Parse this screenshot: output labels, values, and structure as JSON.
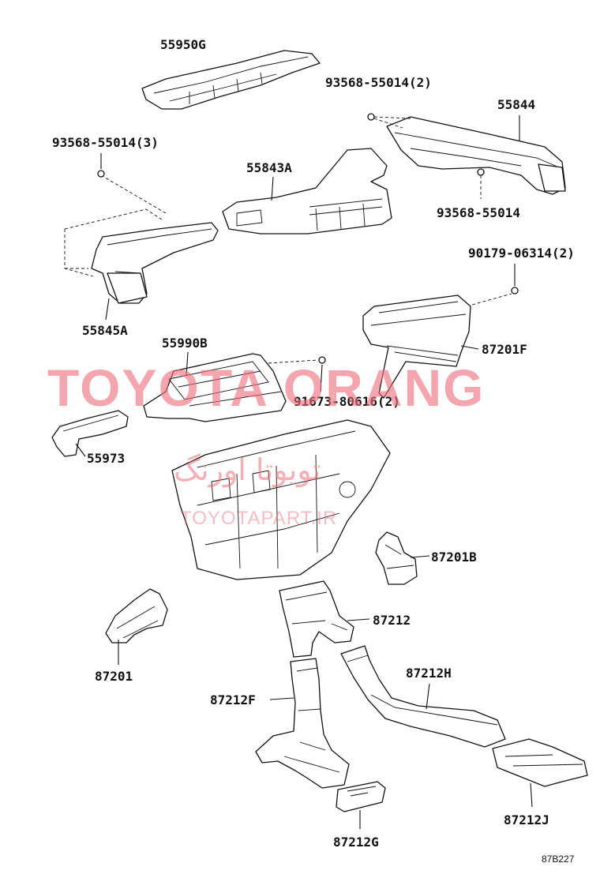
{
  "diagram": {
    "figure_code": "87B227",
    "labels": {
      "p55950G": "55950G",
      "p93568_55014_2": "93568-55014(2)",
      "p55844": "55844",
      "p93568_55014_3": "93568-55014(3)",
      "p55843A": "55843A",
      "p93568_55014": "93568-55014",
      "p90179_06314_2": "90179-06314(2)",
      "p55845A": "55845A",
      "p55990B": "55990B",
      "p87201F": "87201F",
      "p91673_80616_2": "91673-80616(2)",
      "p55973": "55973",
      "p87201B": "87201B",
      "p87212": "87212",
      "p87201": "87201",
      "p87212H": "87212H",
      "p87212F": "87212F",
      "p87212J": "87212J",
      "p87212G": "87212G"
    }
  },
  "watermark": {
    "brand": "TOYOTA ORANG",
    "persian": "تویوتا اورنگ",
    "domain": "TOYOTAPART.IR"
  }
}
